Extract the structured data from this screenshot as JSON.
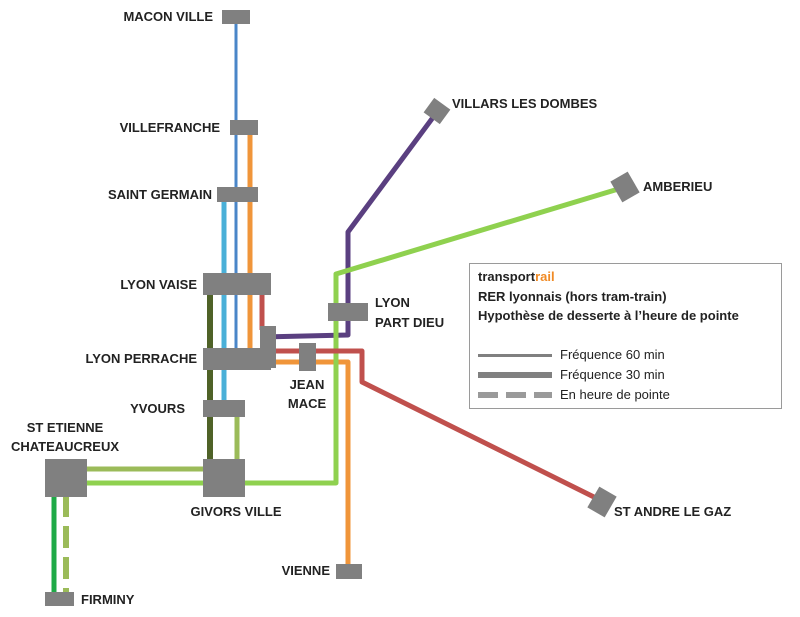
{
  "stations": {
    "macon": "MACON VILLE",
    "villefranche": "VILLEFRANCHE",
    "saint_germain": "SAINT GERMAIN",
    "lyon_vaise": "LYON VAISE",
    "lyon_perrache": "LYON PERRACHE",
    "yvours": "YVOURS",
    "st_etienne_1": "ST ETIENNE",
    "st_etienne_2": "CHATEAUCREUX",
    "givors": "GIVORS VILLE",
    "firminy": "FIRMINY",
    "vienne": "VIENNE",
    "jean_mace_1": "JEAN",
    "jean_mace_2": "MACE",
    "part_dieu_1": "LYON",
    "part_dieu_2": "PART DIEU",
    "villars": "VILLARS LES DOMBES",
    "amberieu": "AMBERIEU",
    "st_andre": "ST ANDRE LE GAZ"
  },
  "legend": {
    "brand_prefix": "transport",
    "brand_accent": "rail",
    "title": "RER lyonnais (hors tram-train)",
    "subtitle": "Hypothèse de desserte à l’heure de pointe",
    "freq_60": "Fréquence 60 min",
    "freq_30": "Fréquence 30 min",
    "peak": "En heure de pointe"
  },
  "colors": {
    "line_macon": "#4a86c8",
    "line_cyan": "#4ab0d8",
    "line_orange": "#f0953a",
    "line_purple": "#5a3f80",
    "line_green_light": "#8fd14f",
    "line_green_olive": "#9bbb59",
    "line_green_dark": "#4f6228",
    "line_green_firminy": "#1faa47",
    "line_red": "#c0504d",
    "station": "#808080",
    "brand_accent": "#f08a24"
  }
}
